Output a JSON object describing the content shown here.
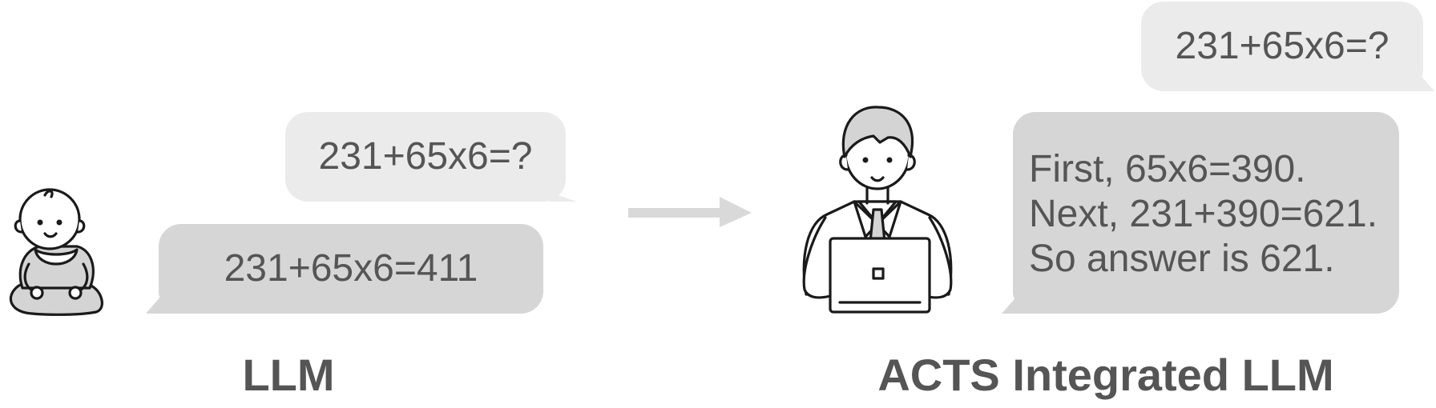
{
  "left": {
    "question": "231+65x6=?",
    "answer": "231+65x6=411",
    "caption": "LLM",
    "figure_icon": "baby-icon"
  },
  "arrow_icon": "right-arrow-icon",
  "right": {
    "question": "231+65x6=?",
    "answer_lines": [
      "First, 65x6=390.",
      "Next, 231+390=621.",
      "So answer is 621."
    ],
    "caption": "ACTS Integrated LLM",
    "figure_icon": "office-worker-laptop-icon"
  },
  "colors": {
    "text": "#555555",
    "bubble_light": "#ebebeb",
    "bubble_dark": "#d6d6d6",
    "arrow": "#d9d9d9",
    "outline": "#1a1a1a",
    "figure_fill": "#d4d4d4"
  }
}
